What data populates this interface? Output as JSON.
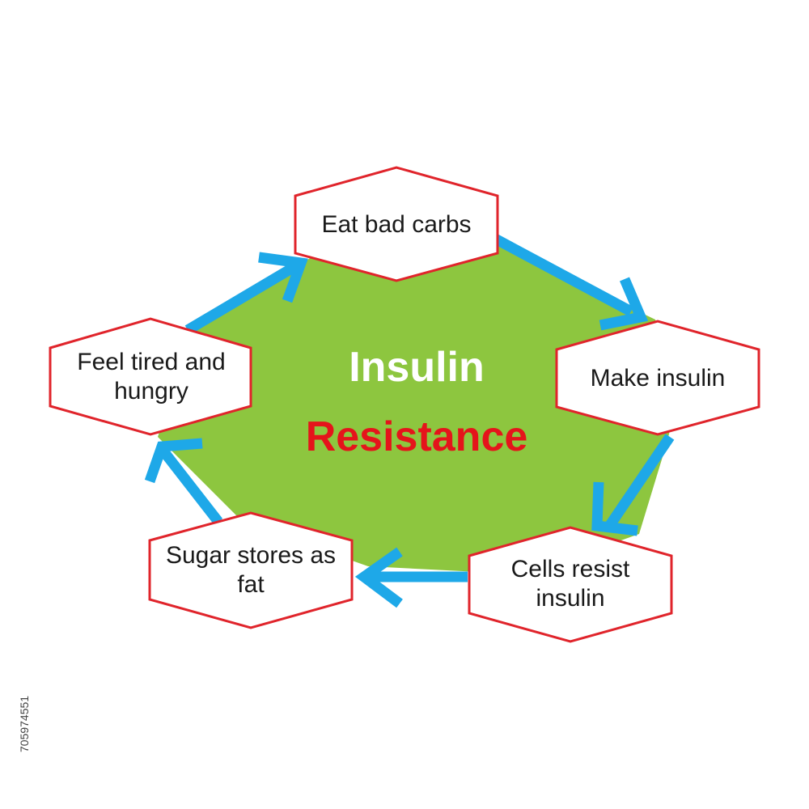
{
  "diagram": {
    "title_line1": "Insulin",
    "title_line2": "Resistance",
    "nodes": [
      {
        "id": "eat-bad-carbs",
        "label": "Eat bad carbs"
      },
      {
        "id": "make-insulin",
        "label": "Make insulin"
      },
      {
        "id": "cells-resist-insulin",
        "label": "Cells resist insulin"
      },
      {
        "id": "sugar-stores-as-fat",
        "label": "Sugar stores as fat"
      },
      {
        "id": "feel-tired-and-hungry",
        "label": "Feel tired and hungry"
      }
    ],
    "cycle_direction": "clockwise"
  },
  "watermark_id": "705974551",
  "colors": {
    "center_fill": "#8dc63f",
    "arrow": "#1ea8e8",
    "node_border": "#e0242b",
    "node_fill": "#ffffff",
    "title_line1": "#ffffff",
    "title_line2": "#e5141b"
  }
}
